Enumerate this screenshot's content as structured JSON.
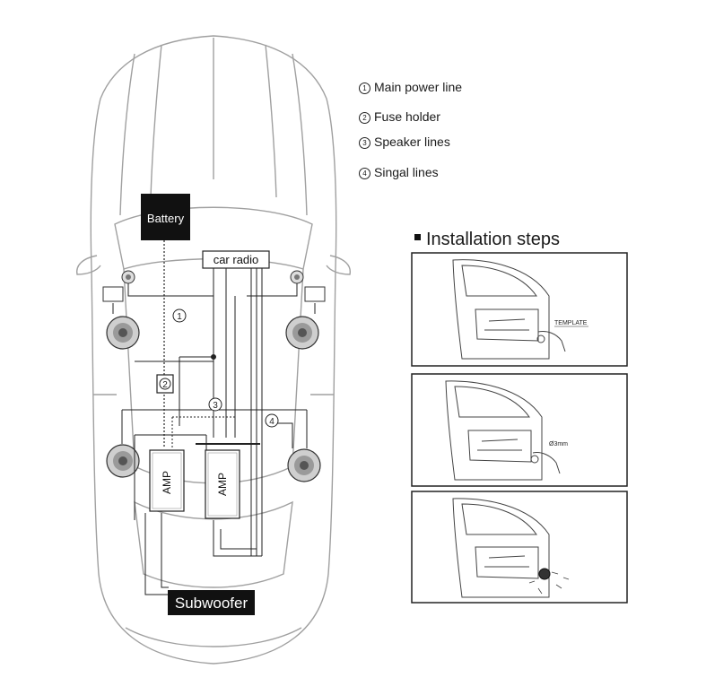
{
  "diagram": {
    "labels": {
      "battery": "Battery",
      "car_radio": "car radio",
      "amp_left": "AMP",
      "amp_right": "AMP",
      "subwoofer": "Subwoofer",
      "marker_1": "1",
      "marker_2": "2",
      "marker_3": "3",
      "marker_4": "4"
    }
  },
  "legend": {
    "items": [
      {
        "num": "1",
        "text": "Main power line"
      },
      {
        "num": "2",
        "text": "Fuse holder"
      },
      {
        "num": "3",
        "text": "Speaker lines"
      },
      {
        "num": "4",
        "text": "Singal lines"
      }
    ]
  },
  "installation": {
    "title": "Installation steps",
    "step1_label": "TEMPLATE",
    "step2_label": "Ø3mm"
  },
  "colors": {
    "line": "#222222",
    "car_outline": "#9a9a9a",
    "label_box": "#111111",
    "label_text": "#ffffff"
  }
}
